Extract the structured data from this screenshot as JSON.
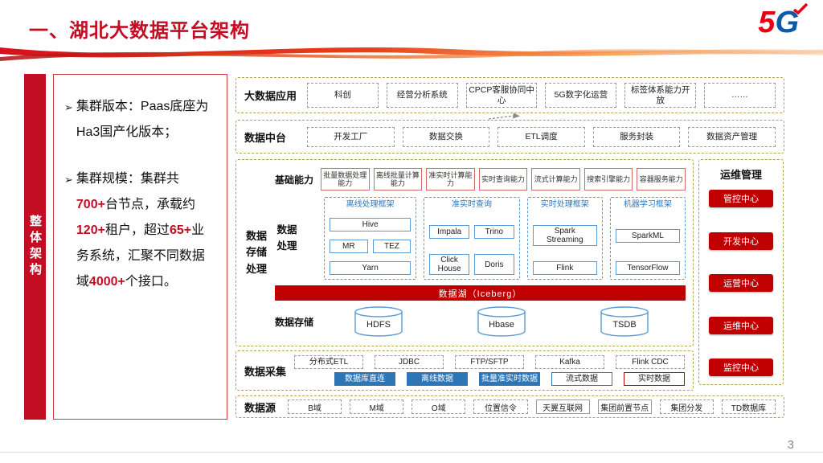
{
  "slide": {
    "title": "一、湖北大数据平台架构",
    "page_number": "3",
    "logo": {
      "five": "5",
      "g": "G"
    }
  },
  "sidebar": {
    "label": "整体架构"
  },
  "summary": {
    "marker": "➢",
    "bullet1": {
      "segments": [
        "集群版本：Paas底座为Ha3国产化版本；"
      ]
    },
    "bullet2": {
      "segments": [
        "集群规模：集群共",
        "700+",
        "台节点，承载约",
        "120+",
        "租户，超过",
        "65+",
        "业务系统，汇聚不同数据域",
        "4000+",
        "个接口。"
      ]
    }
  },
  "layers": {
    "app": {
      "label": "大数据应用",
      "items": [
        "科创",
        "经营分析系统",
        "CPCP客服协同中心",
        "5G数字化运营",
        "标签体系能力开放",
        "……"
      ]
    },
    "mid": {
      "label": "数据中台",
      "items": [
        "开发工厂",
        "数据交换",
        "ETL调度",
        "服务封装",
        "数据资产管理"
      ]
    },
    "storage": {
      "label": "数据存储处理",
      "basic": {
        "label": "基础能力",
        "items": [
          "批量数据处理能力",
          "离线批量计算能力",
          "准实时计算能力",
          "实时查询能力",
          "流式计算能力",
          "搜索引擎能力",
          "容器服务能力"
        ]
      },
      "processing": {
        "label": "数据处理",
        "groups": [
          {
            "title": "离线处理框架",
            "rows": [
              [
                "Hive"
              ],
              [
                "MR",
                "TEZ"
              ],
              [
                "Yarn"
              ]
            ]
          },
          {
            "title": "准实时查询",
            "rows": [
              [
                "Impala",
                "Trino"
              ],
              [
                "Click House",
                "Doris"
              ]
            ]
          },
          {
            "title": "实时处理框架",
            "rows": [
              [
                "Spark Streaming"
              ],
              [
                "Flink"
              ]
            ]
          },
          {
            "title": "机器学习框架",
            "rows": [
              [
                "SparkML"
              ],
              [
                "TensorFlow"
              ]
            ]
          }
        ]
      },
      "lake": {
        "label": "数据湖（Iceberg）"
      },
      "store": {
        "label": "数据存储",
        "items": [
          "HDFS",
          "Hbase",
          "TSDB"
        ]
      }
    },
    "collect": {
      "label": "数据采集",
      "row1": [
        "分布式ETL",
        "JDBC",
        "FTP/SFTP",
        "Kafka",
        "Flink CDC"
      ],
      "row2": [
        "数据库直连",
        "离线数据",
        "批量准实时数据",
        "流式数据",
        "实时数据"
      ]
    },
    "source": {
      "label": "数据源",
      "items": [
        "B域",
        "M域",
        "O域",
        "位置信令",
        "天翼互联网",
        "集团前置节点",
        "集团分发",
        "TD数据库"
      ]
    }
  },
  "ops": {
    "title": "运维管理",
    "buttons": [
      "管控中心",
      "开发中心",
      "运营中心",
      "运维中心",
      "监控中心"
    ]
  },
  "colors": {
    "accent_red": "#c30d23",
    "button_red": "#c00000",
    "fill_blue": "#2e75b6",
    "frame_blue": "#5b9bd5",
    "dashed_border": "#b3a04c",
    "logo_red": "#e60012",
    "logo_blue": "#0b5aa5"
  }
}
